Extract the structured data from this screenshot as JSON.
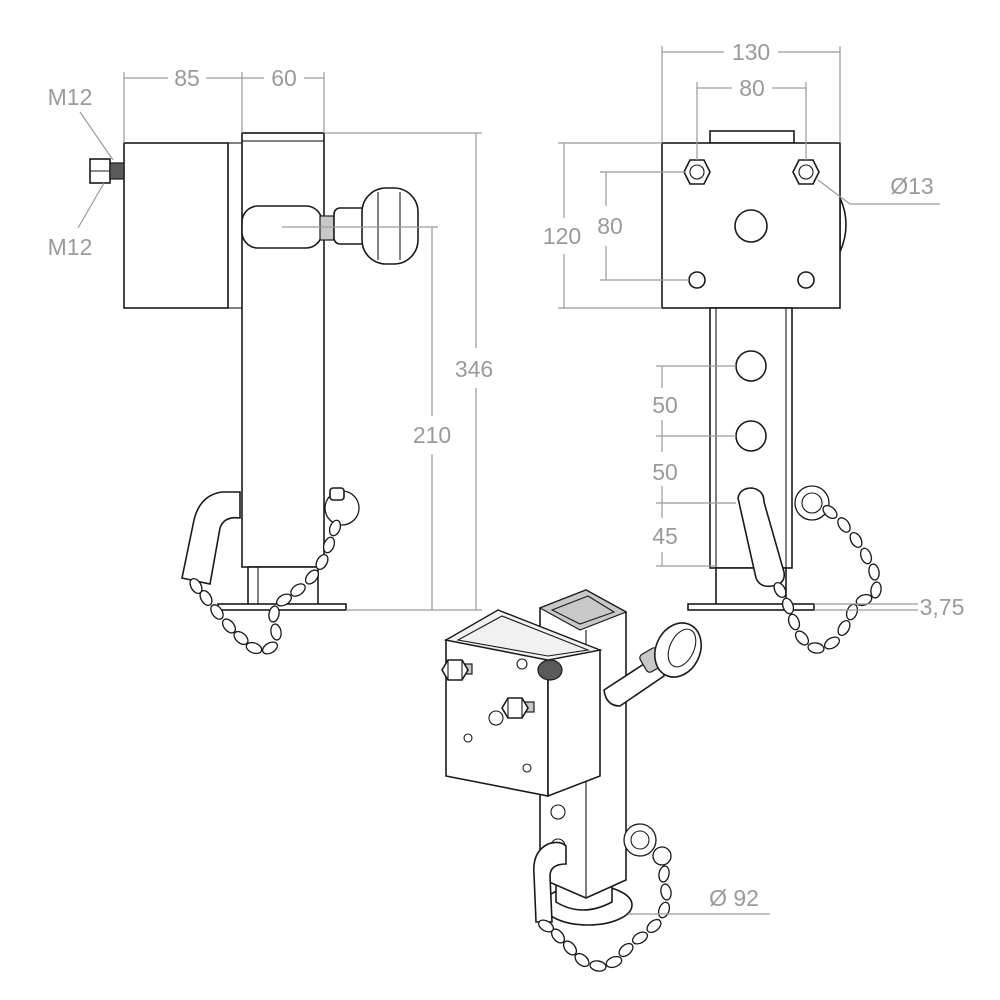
{
  "colors": {
    "line": "#1a1a1a",
    "dimension": "#9a9a9a",
    "background": "#ffffff"
  },
  "side_view": {
    "dim_bracket_depth": "85",
    "dim_tube_width": "60",
    "bolt_top_label": "M12",
    "bolt_bottom_label": "M12",
    "dim_overall_height": "346",
    "dim_pin_height": "210"
  },
  "front_view": {
    "dim_plate_width": "130",
    "dim_hole_spacing_h": "80",
    "dim_hole_spacing_v": "80",
    "dim_plate_height": "120",
    "dim_hole_diameter": "Ø13",
    "dim_step_1": "50",
    "dim_step_2": "50",
    "dim_step_3": "45",
    "dim_foot_thickness": "3,75"
  },
  "iso_view": {
    "dim_foot_diameter": "Ø 92"
  }
}
